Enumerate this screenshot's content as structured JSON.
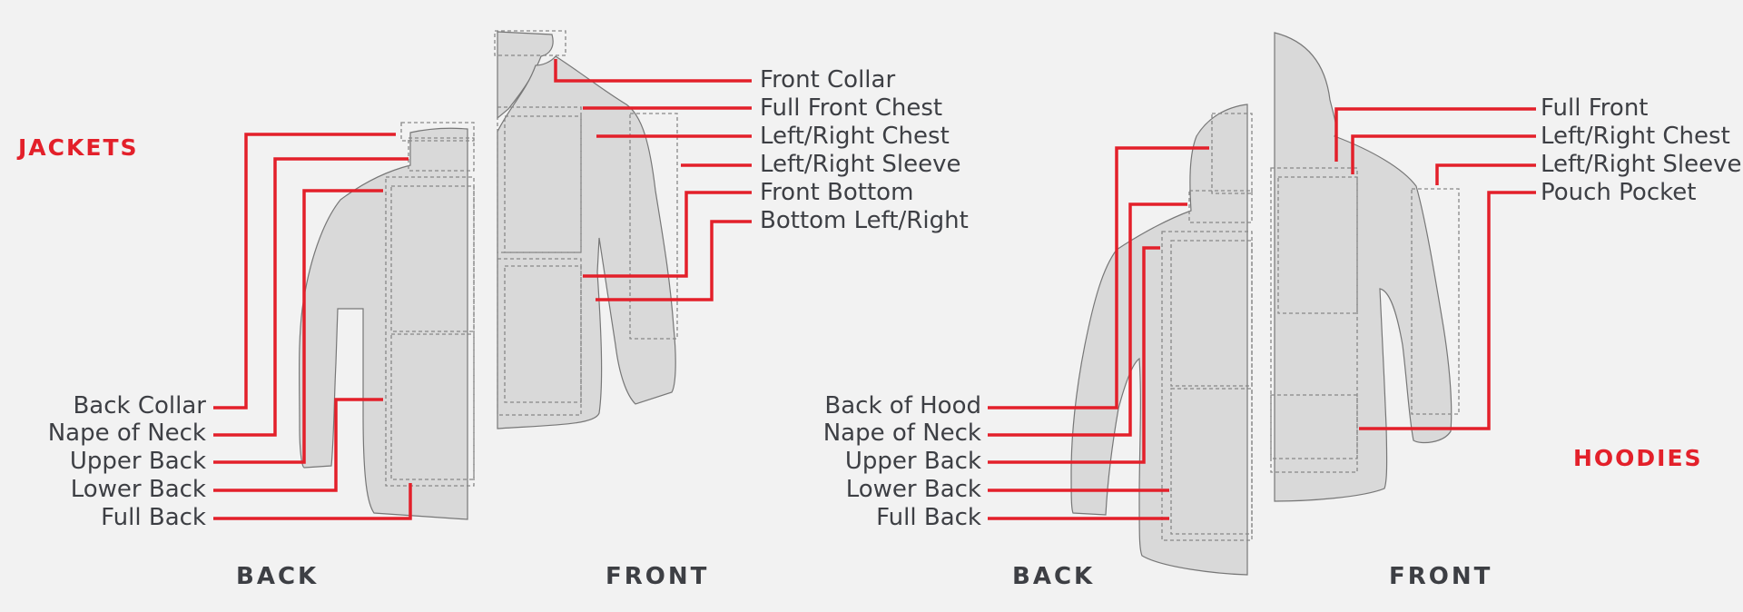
{
  "colors": {
    "accent": "#e3202a",
    "garment": "#d9d9d9",
    "text": "#3d3f44",
    "background": "#f2f2f2"
  },
  "categories": {
    "jackets": "JACKETS",
    "hoodies": "HOODIES"
  },
  "views": {
    "back": "BACK",
    "front": "FRONT"
  },
  "jackets": {
    "back_labels": [
      "Back Collar",
      "Nape of Neck",
      "Upper Back",
      "Lower Back",
      "Full Back"
    ],
    "front_labels": [
      "Front Collar",
      "Full Front Chest",
      "Left/Right Chest",
      "Left/Right Sleeve",
      "Front Bottom",
      "Bottom Left/Right"
    ]
  },
  "hoodies": {
    "back_labels": [
      "Back of Hood",
      "Nape of Neck",
      "Upper Back",
      "Lower Back",
      "Full Back"
    ],
    "front_labels": [
      "Full Front",
      "Left/Right Chest",
      "Left/Right Sleeve",
      "Pouch Pocket"
    ]
  }
}
